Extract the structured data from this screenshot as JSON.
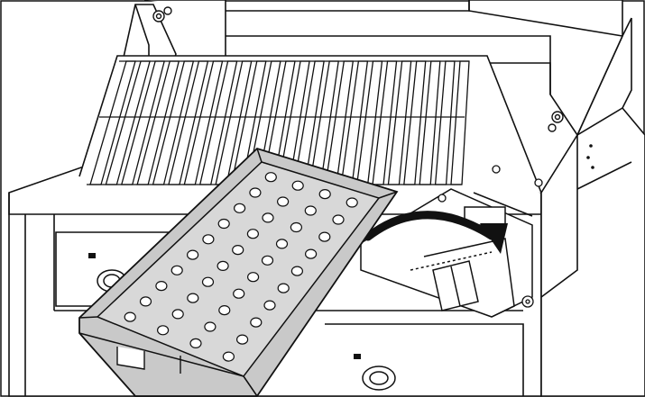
{
  "figure": {
    "kind": "line-art technical illustration",
    "subject_parts": [
      "grill-grates",
      "perforated-tray",
      "burner-tray",
      "direction-arrow",
      "lid",
      "control-knobs"
    ],
    "colors": {
      "stroke": "#111111",
      "tray_fill": "#c9c9c9",
      "tray_inner": "#d8d8d8",
      "background": "#ffffff",
      "arrow": "#111111"
    }
  }
}
